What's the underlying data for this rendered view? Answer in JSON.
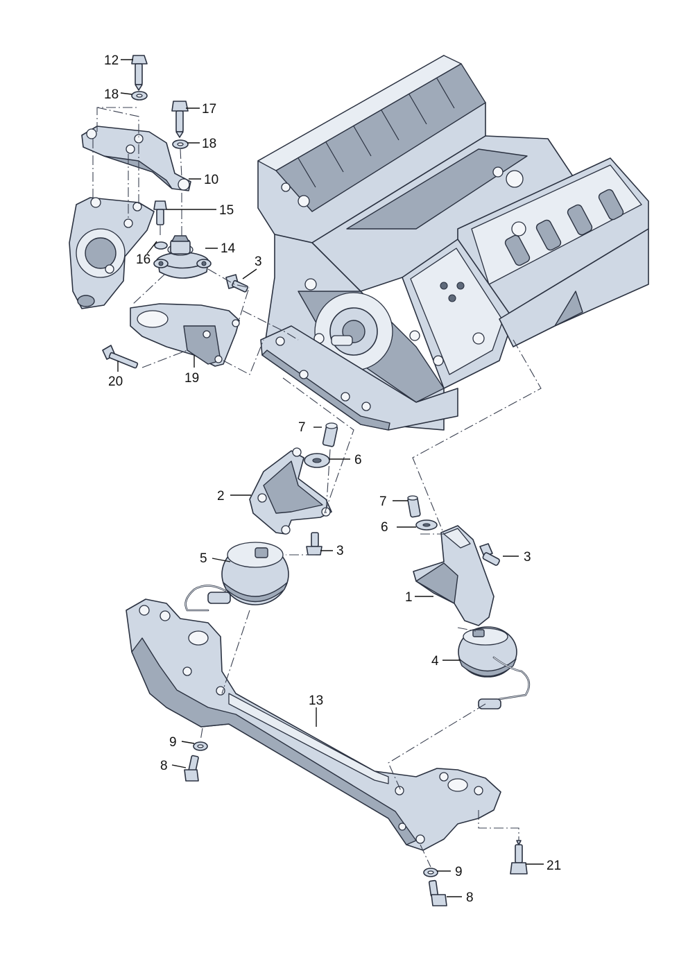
{
  "callouts": [
    {
      "id": "12",
      "text": "12"
    },
    {
      "id": "18a",
      "text": "18"
    },
    {
      "id": "17",
      "text": "17"
    },
    {
      "id": "18b",
      "text": "18"
    },
    {
      "id": "10",
      "text": "10"
    },
    {
      "id": "15",
      "text": "15"
    },
    {
      "id": "14",
      "text": "14"
    },
    {
      "id": "16",
      "text": "16"
    },
    {
      "id": "3a",
      "text": "3"
    },
    {
      "id": "20",
      "text": "20"
    },
    {
      "id": "19",
      "text": "19"
    },
    {
      "id": "7a",
      "text": "7"
    },
    {
      "id": "6a",
      "text": "6"
    },
    {
      "id": "2",
      "text": "2"
    },
    {
      "id": "3b",
      "text": "3"
    },
    {
      "id": "5",
      "text": "5"
    },
    {
      "id": "7b",
      "text": "7"
    },
    {
      "id": "6b",
      "text": "6"
    },
    {
      "id": "3c",
      "text": "3"
    },
    {
      "id": "1",
      "text": "1"
    },
    {
      "id": "4",
      "text": "4"
    },
    {
      "id": "13",
      "text": "13"
    },
    {
      "id": "9a",
      "text": "9"
    },
    {
      "id": "8a",
      "text": "8"
    },
    {
      "id": "9b",
      "text": "9"
    },
    {
      "id": "21",
      "text": "21"
    },
    {
      "id": "8b",
      "text": "8"
    }
  ],
  "colors": {
    "part_fill": "#cfd8e4",
    "part_shadow": "#9faab9",
    "outline": "#2a3140",
    "label": "#111111",
    "background": "#ffffff"
  }
}
